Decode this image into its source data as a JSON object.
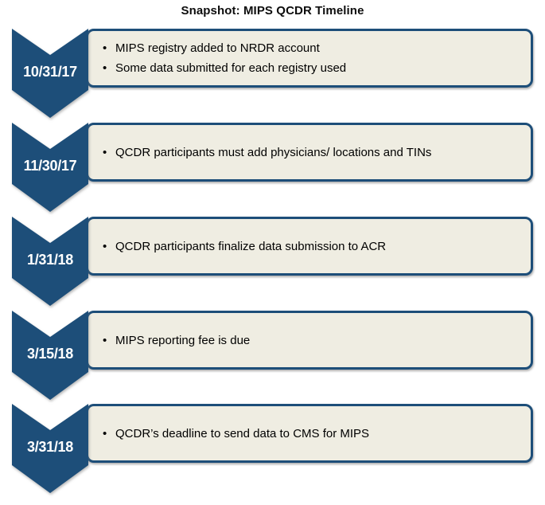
{
  "title": "Snapshot: MIPS QCDR Timeline",
  "colors": {
    "chevron_blue": "#1D4E79",
    "box_fill": "#EFEDE2",
    "box_border": "#1D4E79",
    "date_text_color": "#FFFFFF",
    "body_text_color": "#000000"
  },
  "steps": [
    {
      "date": "10/31/17",
      "bullets": [
        "MIPS registry added to NRDR account",
        "Some data submitted for each registry used"
      ]
    },
    {
      "date": "11/30/17",
      "bullets": [
        "QCDR participants must add physicians/ locations and TINs"
      ]
    },
    {
      "date": "1/31/18",
      "bullets": [
        "QCDR participants finalize data submission to ACR"
      ]
    },
    {
      "date": "3/15/18",
      "bullets": [
        "MIPS reporting fee is due"
      ]
    },
    {
      "date": "3/31/18",
      "bullets": [
        "QCDR’s deadline to send data to CMS for MIPS"
      ]
    }
  ]
}
